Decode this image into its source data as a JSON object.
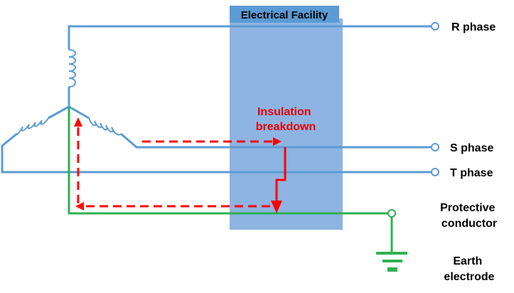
{
  "facility": {
    "label": "Electrical Facility"
  },
  "fault": {
    "line1": "Insulation",
    "line2": "breakdown"
  },
  "phases": {
    "r": "R phase",
    "s": "S phase",
    "t": "T phase"
  },
  "ground": {
    "conductor_line1": "Protective",
    "conductor_line2": "conductor",
    "electrode_line1": "Earth",
    "electrode_line2": "electrode"
  },
  "colors": {
    "phase_line": "#5B9BD5",
    "facility_box": "#8DB4E2",
    "facility_header": "#5B9BD5",
    "ground_line": "#2DB14E",
    "fault_path": "#FF0000",
    "fault_text": "#E60000"
  }
}
